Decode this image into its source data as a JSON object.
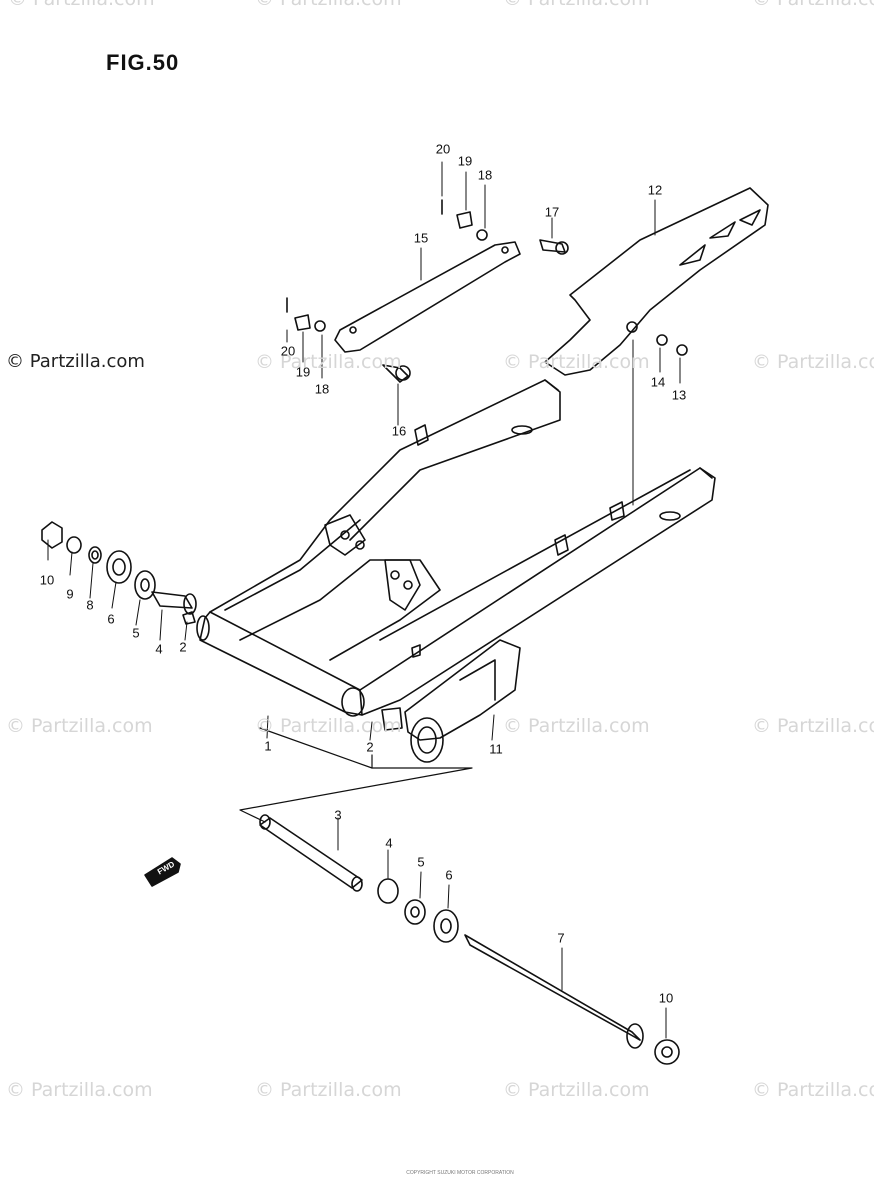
{
  "figure": {
    "title": "FIG.50"
  },
  "watermark": {
    "brand": "© Partzilla.com",
    "brand_cut": "© Partzilla.co"
  },
  "callouts": [
    {
      "id": "c1",
      "label": "1"
    },
    {
      "id": "c2a",
      "label": "2"
    },
    {
      "id": "c2b",
      "label": "2"
    },
    {
      "id": "c3",
      "label": "3"
    },
    {
      "id": "c4a",
      "label": "4"
    },
    {
      "id": "c4b",
      "label": "4"
    },
    {
      "id": "c5a",
      "label": "5"
    },
    {
      "id": "c5b",
      "label": "5"
    },
    {
      "id": "c6a",
      "label": "6"
    },
    {
      "id": "c6b",
      "label": "6"
    },
    {
      "id": "c7",
      "label": "7"
    },
    {
      "id": "c8",
      "label": "8"
    },
    {
      "id": "c9",
      "label": "9"
    },
    {
      "id": "c10a",
      "label": "10"
    },
    {
      "id": "c10b",
      "label": "10"
    },
    {
      "id": "c11",
      "label": "11"
    },
    {
      "id": "c12",
      "label": "12"
    },
    {
      "id": "c13",
      "label": "13"
    },
    {
      "id": "c14",
      "label": "14"
    },
    {
      "id": "c15",
      "label": "15"
    },
    {
      "id": "c16",
      "label": "16"
    },
    {
      "id": "c17",
      "label": "17"
    },
    {
      "id": "c18a",
      "label": "18"
    },
    {
      "id": "c18b",
      "label": "18"
    },
    {
      "id": "c19a",
      "label": "19"
    },
    {
      "id": "c19b",
      "label": "19"
    },
    {
      "id": "c20a",
      "label": "20"
    },
    {
      "id": "c20b",
      "label": "20"
    }
  ],
  "fwd_marker": {
    "label": "FWD",
    "icon": "fwd-arrow-icon"
  },
  "footer": {
    "copyright": "COPYRIGHT SUZUKI MOTOR CORPORATION"
  }
}
